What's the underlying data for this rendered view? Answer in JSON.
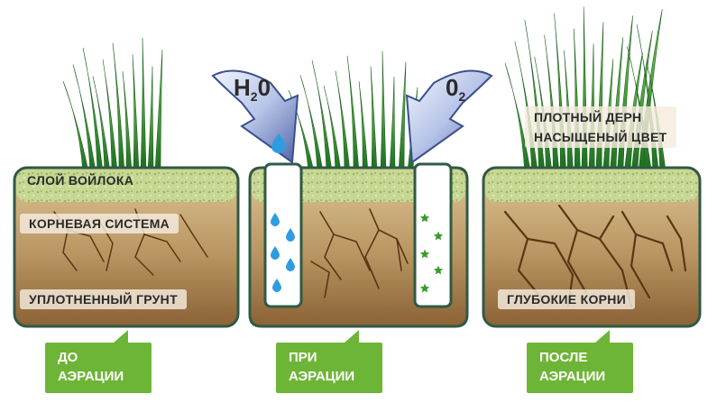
{
  "panels": {
    "before": {
      "felt_layer": "СЛОЙ ВОЙЛОКА",
      "root_system": "КОРНЕВАЯ СИСТЕМА",
      "compacted_soil": "УПЛОТНЕННЫЙ ГРУНТ",
      "callout_line1": "ДО",
      "callout_line2": "АЭРАЦИИ"
    },
    "during": {
      "water_symbol": "H",
      "water_subscript": "2",
      "water_suffix": "0",
      "oxygen_symbol": "0",
      "oxygen_subscript": "2",
      "callout_line1": "ПРИ",
      "callout_line2": "АЭРАЦИИ"
    },
    "after": {
      "dense_turf_line1": "ПЛОТНЫЙ ДЕРН",
      "dense_turf_line2": "НАСЫЩЕНЫЙ ЦВЕТ",
      "deep_roots": "ГЛУБОКИЕ КОРНИ",
      "callout_line1": "ПОСЛЕ",
      "callout_line2": "АЭРАЦИИ"
    }
  },
  "colors": {
    "panel_border": "#2f5a45",
    "felt_layer": "#c4d68d",
    "soil_top": "#d7be8c",
    "soil_bottom": "#8a6236",
    "grass_dark": "#1f7a22",
    "grass_light": "#57c13f",
    "arrow_fill": "#5e72b0",
    "arrow_light": "#c9d3ef",
    "water_drop": "#2e9de0",
    "oxygen_star": "#3a9a2c",
    "root": "#5c3614",
    "callout": "#6db536"
  },
  "icons": {
    "water_drop": "water-drop-icon",
    "oxygen_star": "oxygen-star-icon",
    "arrow": "down-arrow-icon",
    "grass": "grass-blade-icon"
  }
}
